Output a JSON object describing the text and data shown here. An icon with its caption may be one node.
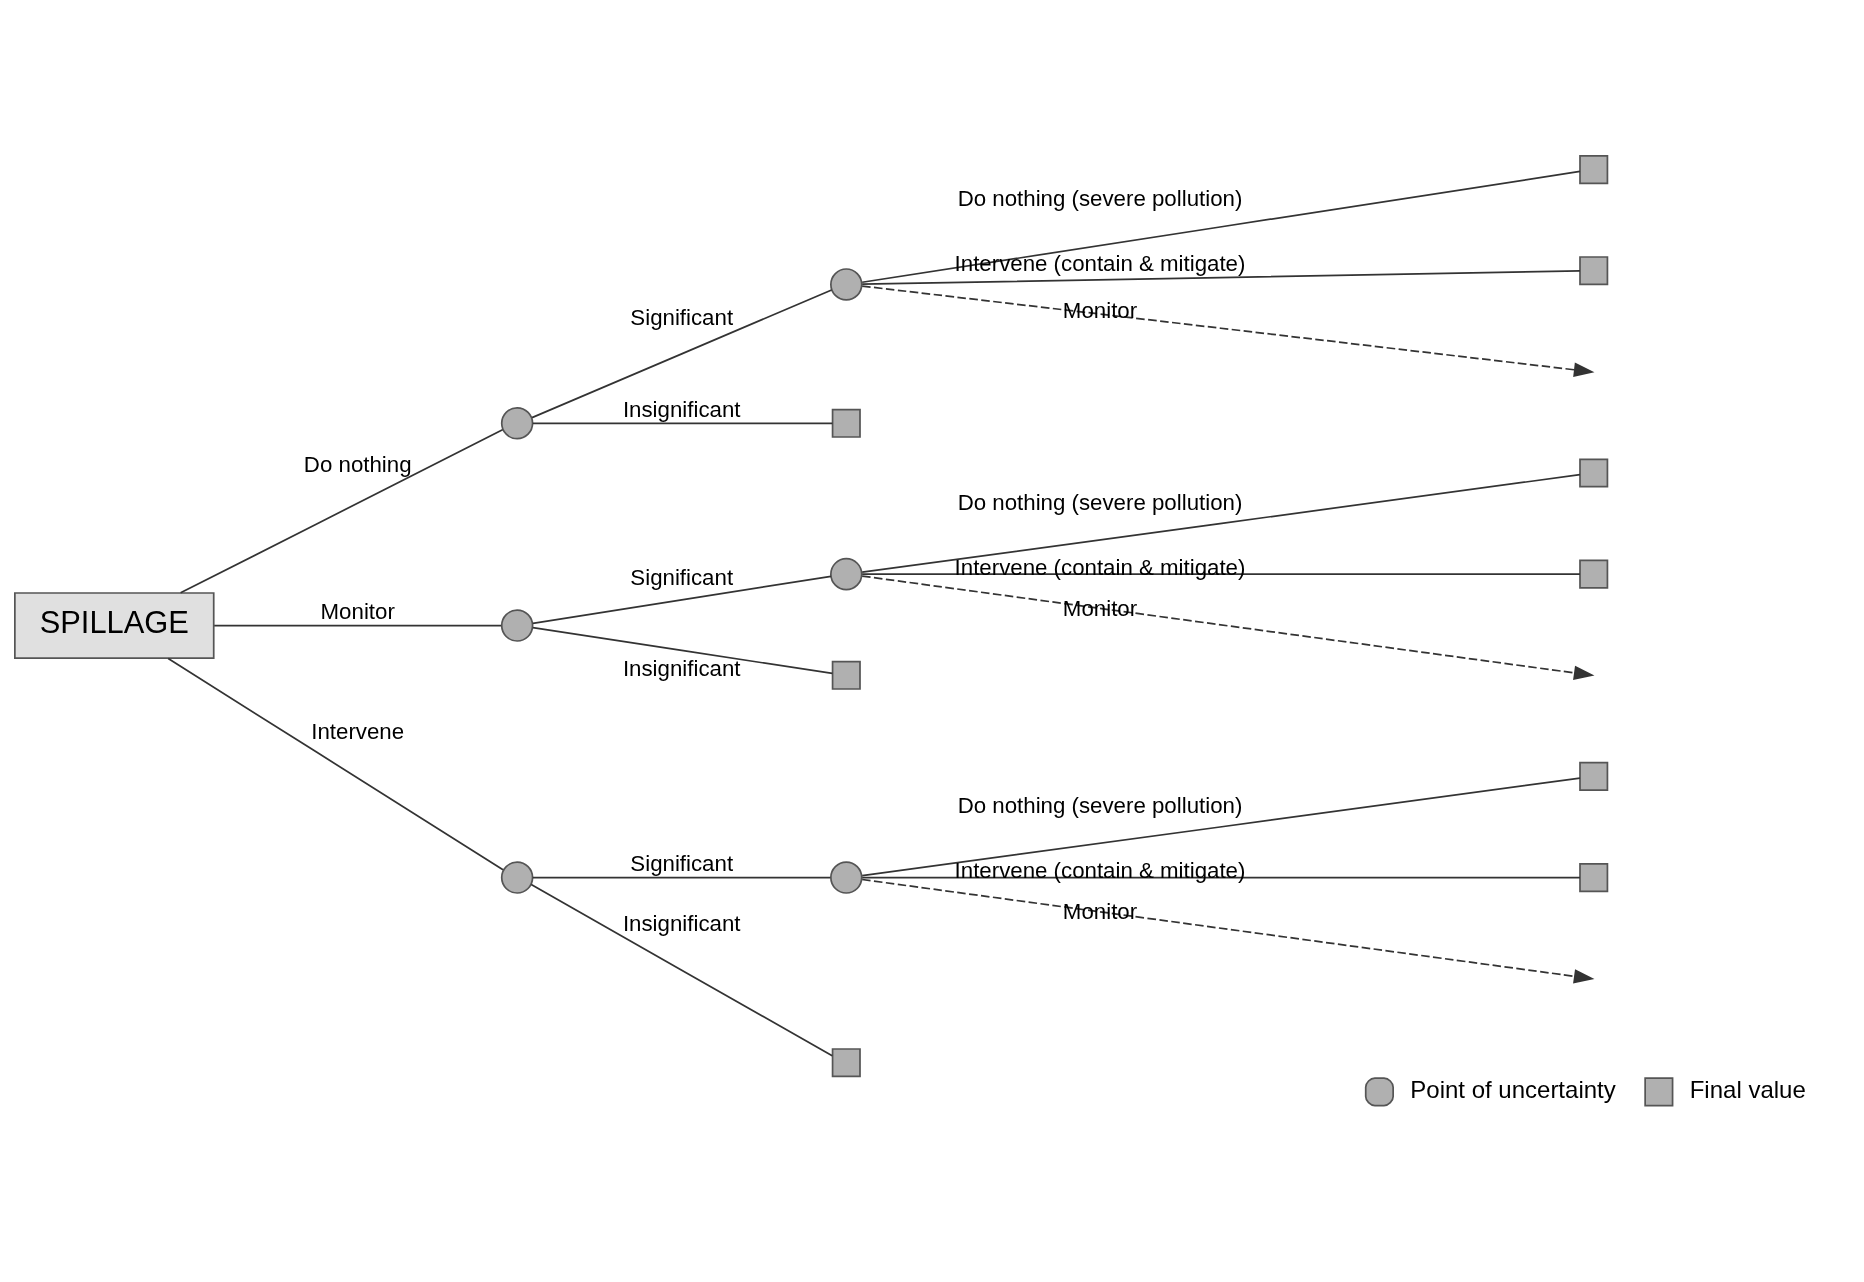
{
  "diagram": {
    "nodes": [
      {
        "text": [
          "SPILLAGE"
        ]
      },
      {
        "text": [],
        "shape": "circle"
      },
      {
        "text": [],
        "shape": "circle"
      },
      {
        "text": [],
        "shape": "box"
      },
      {
        "text": [],
        "shape": "box"
      },
      {
        "text": [],
        "shape": "box"
      },
      {
        "text": [],
        "shape": "circle"
      },
      {
        "text": [],
        "shape": "circle"
      },
      {
        "text": [],
        "shape": "box"
      },
      {
        "text": [],
        "shape": "box"
      },
      {
        "text": [],
        "shape": "box"
      },
      {
        "text": [],
        "shape": "circle"
      },
      {
        "text": [],
        "shape": "circle"
      },
      {
        "text": [],
        "shape": "box"
      },
      {
        "text": [],
        "shape": "box"
      },
      {
        "text": [],
        "shape": "box"
      }
    ],
    "edges": [
      {
        "from": 0,
        "to": 1,
        "arrow": "none",
        "label": "Do nothing"
      },
      {
        "from": 1,
        "to": 2,
        "arrow": "none",
        "label": "Significant"
      },
      {
        "from": 2,
        "to": 3,
        "arrow": "none",
        "label": "Do nothing (severe pollution)"
      },
      {
        "from": 2,
        "to": null,
        "arrow": "to",
        "label": "Monitor",
        "style": "dashed"
      },
      {
        "from": 2,
        "to": 4,
        "arrow": "none",
        "label": "Intervene (contain & mitigate)"
      },
      {
        "from": 1,
        "to": 5,
        "arrow": "none",
        "label": "Insignificant"
      },
      {
        "from": 0,
        "to": 6,
        "arrow": "none",
        "label": "Monitor"
      },
      {
        "from": 6,
        "to": 7,
        "arrow": "none",
        "label": "Significant"
      },
      {
        "from": 7,
        "to": 8,
        "arrow": "none",
        "label": "Do nothing (severe pollution)"
      },
      {
        "from": 7,
        "to": null,
        "arrow": "to",
        "label": "Monitor",
        "style": "dashed"
      },
      {
        "from": 7,
        "to": 9,
        "arrow": "none",
        "label": "Intervene (contain & mitigate)"
      },
      {
        "from": 6,
        "to": 10,
        "arrow": "none",
        "label": "Insignificant"
      },
      {
        "from": 0,
        "to": 11,
        "arrow": "none",
        "label": "Intervene"
      },
      {
        "from": 11,
        "to": 12,
        "arrow": "none",
        "label": "Significant"
      },
      {
        "from": 12,
        "to": 13,
        "arrow": "none",
        "label": "Do nothing (severe pollution)"
      },
      {
        "from": 12,
        "to": null,
        "arrow": "to",
        "label": "Monitor",
        "style": "dashed"
      },
      {
        "from": 12,
        "to": 14,
        "arrow": "none",
        "label": "Intervene (contain & mitigate)"
      },
      {
        "from": 11,
        "to": 15,
        "arrow": "none",
        "label": "Insignificant"
      }
    ],
    "legend": [
      {
        "text": "Point of uncertainty"
      },
      {
        "text": "Final value"
      }
    ]
  }
}
